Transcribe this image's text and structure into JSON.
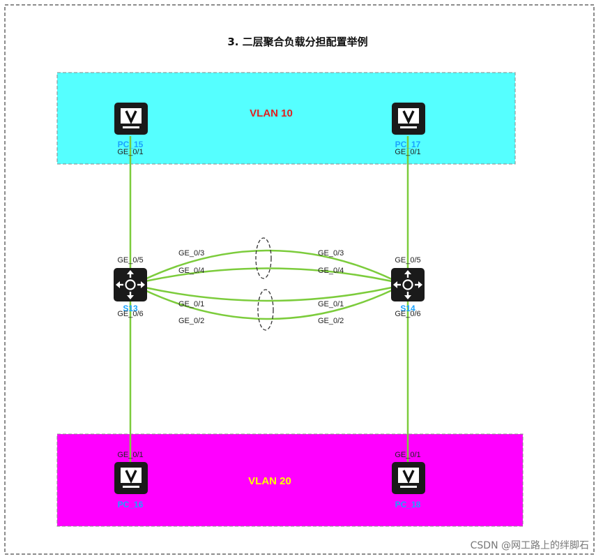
{
  "title": "3. 二层聚合负载分担配置举例",
  "watermark": "CSDN @网工路上的绊脚石",
  "colors": {
    "vlan10_bg": "#55ffff",
    "vlan20_bg": "#ff00ff",
    "vlan10_text": "#e02020",
    "vlan20_text": "#ffff00",
    "link": "#7ccc3c",
    "device_label": "#1aa3ff"
  },
  "vlans": [
    {
      "id": "vlan10",
      "label": "VLAN 10"
    },
    {
      "id": "vlan20",
      "label": "VLAN 20"
    }
  ],
  "devices": {
    "pc15": {
      "name": "PC_15",
      "icon": "monitor-icon",
      "port": "GE_0/1"
    },
    "pc17": {
      "name": "PC_17",
      "icon": "monitor-icon",
      "port": "GE_0/1"
    },
    "pc16": {
      "name": "PC_16",
      "icon": "monitor-icon",
      "port": "GE_0/1"
    },
    "pc18": {
      "name": "PC_18",
      "icon": "monitor-icon",
      "port": "GE_0/1"
    },
    "s13": {
      "name": "S13",
      "icon": "switch-icon",
      "port_up": "GE_0/5",
      "port_down": "GE_0/6"
    },
    "s14": {
      "name": "S14",
      "icon": "switch-icon",
      "port_up": "GE_0/5",
      "port_down": "GE_0/6"
    }
  },
  "aggregation_links": {
    "group1": {
      "a": "GE_0/3",
      "b": "GE_0/4",
      "a_peer": "GE_0/3",
      "b_peer": "GE_0/4"
    },
    "group2": {
      "a": "GE_0/1",
      "b": "GE_0/2",
      "a_peer": "GE_0/1",
      "b_peer": "GE_0/2"
    }
  }
}
